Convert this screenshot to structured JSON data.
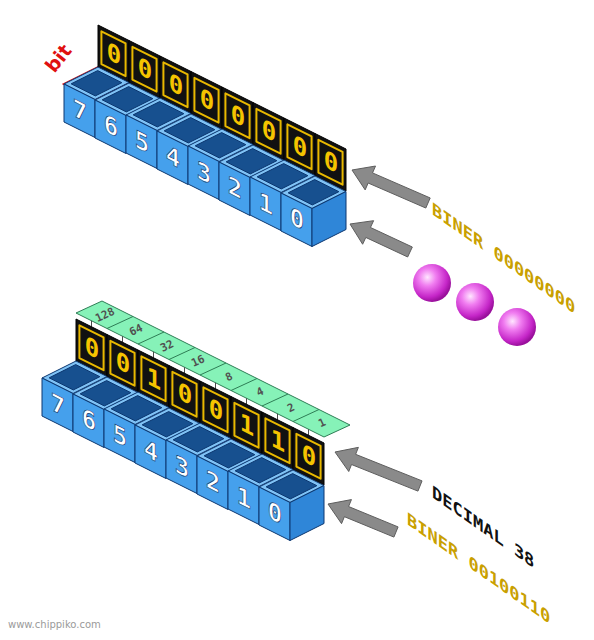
{
  "diagram": {
    "nodes": [
      {
        "text": [
          "0",
          "0",
          "0",
          "0",
          "0",
          "0",
          "0",
          "0"
        ]
      },
      {
        "text": [
          "7"
        ]
      },
      {
        "text": [
          "6"
        ]
      },
      {
        "text": [
          "5"
        ]
      },
      {
        "text": [
          "4"
        ]
      },
      {
        "text": [
          "3"
        ]
      },
      {
        "text": [
          "2"
        ]
      },
      {
        "text": [
          "1"
        ]
      },
      {
        "text": [
          "0"
        ]
      },
      {
        "text": [
          "128",
          "64",
          "32",
          "16",
          "8",
          "4",
          "2",
          "1"
        ]
      },
      {
        "text": [
          "0",
          "0",
          "1",
          "0",
          "0",
          "1",
          "1",
          "0"
        ]
      },
      {
        "text": [
          "7"
        ]
      },
      {
        "text": [
          "6"
        ]
      },
      {
        "text": [
          "5"
        ]
      },
      {
        "text": [
          "4"
        ]
      },
      {
        "text": [
          "3"
        ]
      },
      {
        "text": [
          "2"
        ]
      },
      {
        "text": [
          "1"
        ]
      },
      {
        "text": [
          "0"
        ]
      }
    ],
    "labels": [
      "bit",
      "BINER 00000000",
      "DECIMAL 38",
      "BINER 00100110",
      "www.chippiko.com"
    ]
  }
}
